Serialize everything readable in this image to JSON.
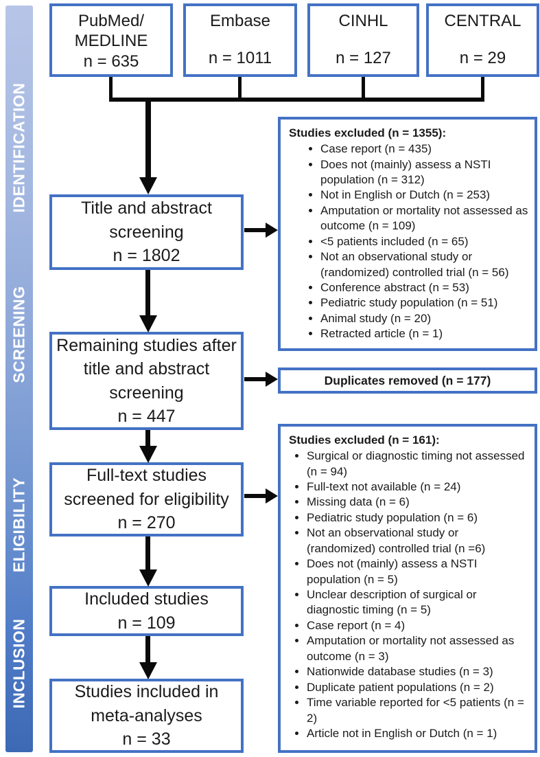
{
  "diagram_title": "PRISMA study selection flow diagram",
  "colors": {
    "box_border": "#4472c4",
    "connector": "#0a0a0a",
    "sidebar_gradient_top": "#b7c5e7",
    "sidebar_gradient_bottom": "#3c68b4",
    "sidebar_text": "#ffffff",
    "text": "#1a1a1a"
  },
  "sidebar": {
    "labels": [
      "IDENTIFICATION",
      "SCREENING",
      "ELIGIBILITY",
      "INCLUSION"
    ]
  },
  "sources": [
    {
      "name": "PubMed/\nMEDLINE",
      "count": "n = 635"
    },
    {
      "name": "Embase",
      "count": "n = 1011"
    },
    {
      "name": "CINHL",
      "count": "n = 127"
    },
    {
      "name": "CENTRAL",
      "count": "n = 29"
    }
  ],
  "flow": [
    {
      "text": "Title and abstract screening\nn = 1802"
    },
    {
      "text": "Remaining studies after title and abstract screening\nn = 447"
    },
    {
      "text": "Full-text studies screened for eligibility\nn = 270"
    },
    {
      "text": "Included studies\nn = 109"
    },
    {
      "text": "Studies included in meta-analyses\nn = 33"
    }
  ],
  "excluded_1": {
    "title": "Studies excluded (n = 1355):",
    "items": [
      "Case report (n = 435)",
      "Does not (mainly) assess a NSTI population (n = 312)",
      "Not in English or Dutch (n = 253)",
      "Amputation or mortality not assessed as outcome (n = 109)",
      "<5 patients included (n = 65)",
      "Not an observational study or (randomized) controlled trial (n = 56)",
      "Conference abstract (n = 53)",
      "Pediatric study population (n = 51)",
      "Animal study (n = 20)",
      "Retracted article (n = 1)"
    ]
  },
  "duplicates": {
    "text": "Duplicates removed (n = 177)"
  },
  "excluded_2": {
    "title": "Studies excluded (n = 161):",
    "items": [
      "Surgical or diagnostic timing not assessed (n = 94)",
      "Full-text not available (n = 24)",
      "Missing data (n = 6)",
      "Pediatric study population (n = 6)",
      "Not an observational study or (randomized) controlled trial (n =6)",
      "Does not (mainly) assess a NSTI population (n = 5)",
      "Unclear description of surgical or diagnostic timing (n = 5)",
      "Case report (n = 4)",
      "Amputation or mortality not assessed as outcome (n = 3)",
      "Nationwide database studies (n = 3)",
      "Duplicate patient populations (n = 2)",
      "Time variable reported for <5 patients (n = 2)",
      "Article not in English or Dutch (n = 1)"
    ]
  }
}
